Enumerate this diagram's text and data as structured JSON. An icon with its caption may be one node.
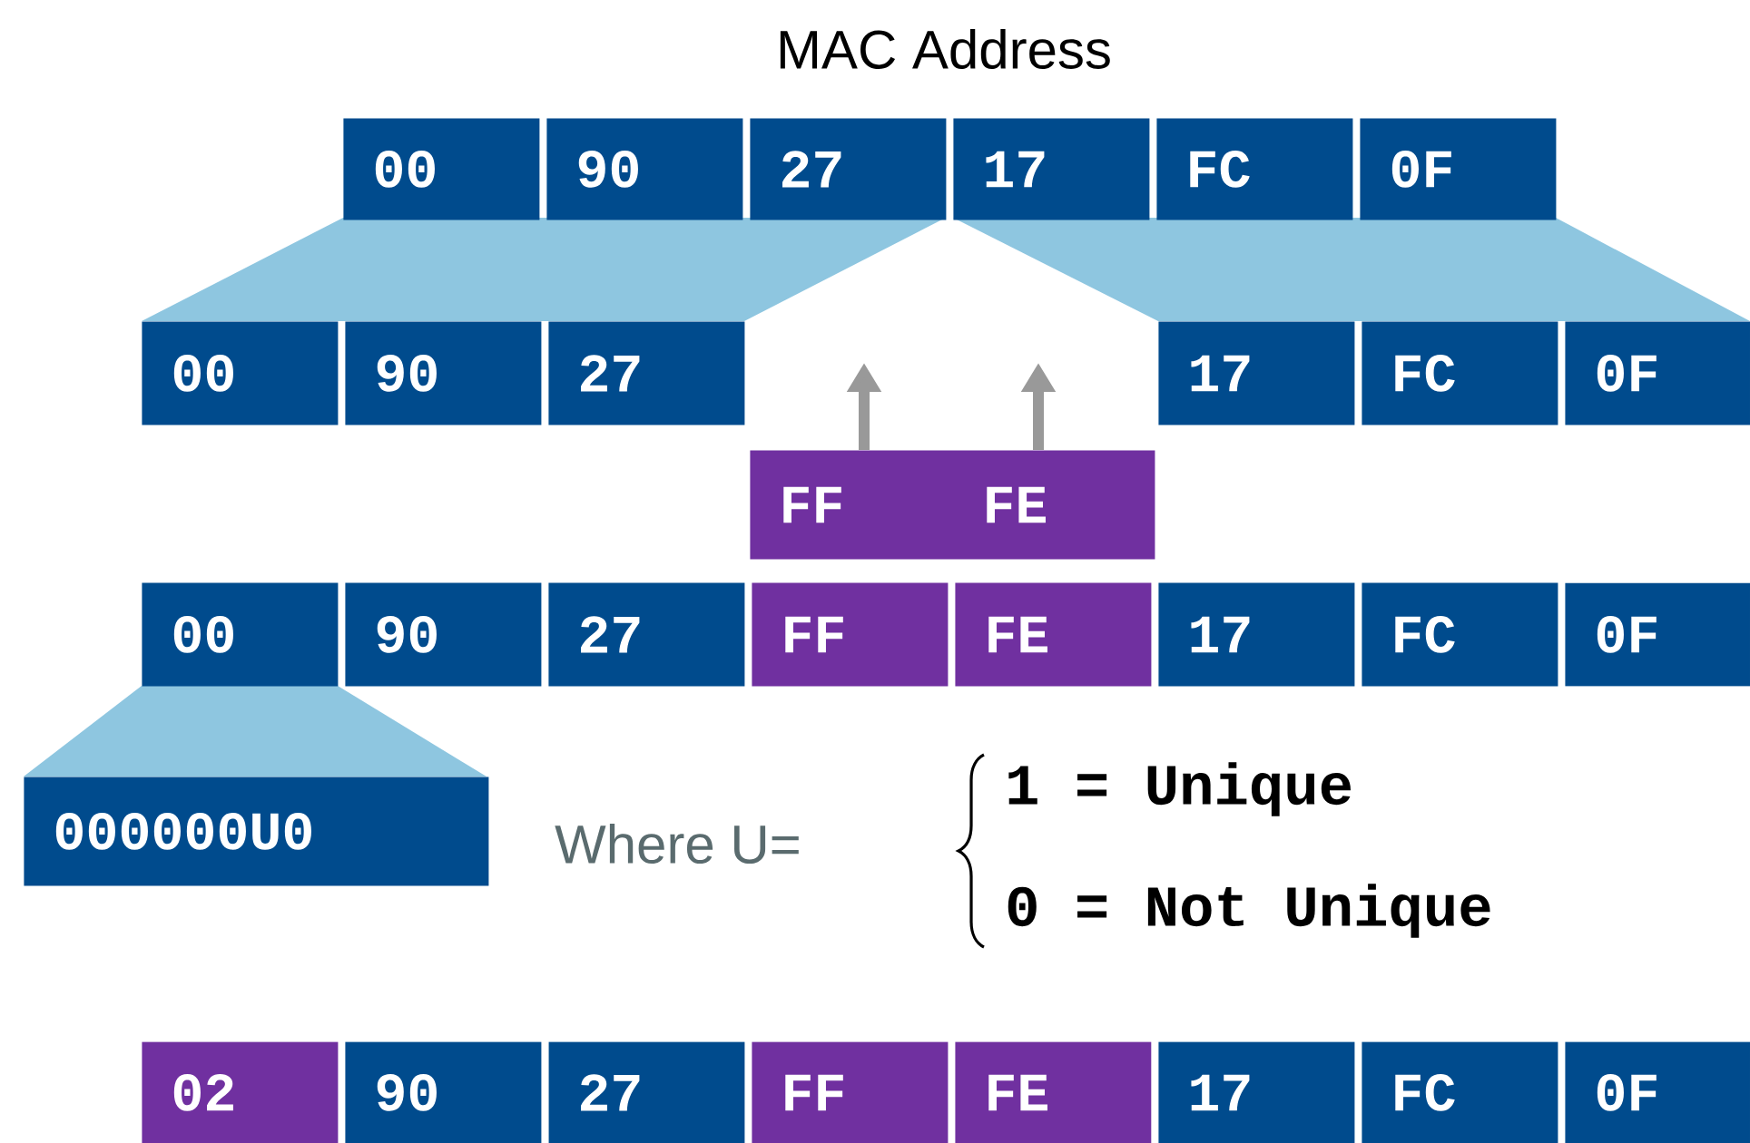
{
  "diagram": {
    "title": "MAC Address",
    "nodes": [
      {
        "text": [
          "00"
        ]
      },
      {
        "text": [
          "90"
        ]
      },
      {
        "text": [
          "27"
        ]
      },
      {
        "text": [
          "17"
        ]
      },
      {
        "text": [
          "FC"
        ]
      },
      {
        "text": [
          "0F"
        ]
      },
      {
        "text": [
          "00"
        ]
      },
      {
        "text": [
          "90"
        ]
      },
      {
        "text": [
          "27"
        ]
      },
      {
        "text": [
          "17"
        ]
      },
      {
        "text": [
          "FC"
        ]
      },
      {
        "text": [
          "0F"
        ]
      },
      {
        "text": [
          "FF",
          "FE"
        ]
      },
      {
        "text": [
          "00"
        ]
      },
      {
        "text": [
          "90"
        ]
      },
      {
        "text": [
          "27"
        ]
      },
      {
        "text": [
          "FF"
        ]
      },
      {
        "text": [
          "FE"
        ]
      },
      {
        "text": [
          "17"
        ]
      },
      {
        "text": [
          "FC"
        ]
      },
      {
        "text": [
          "0F"
        ]
      },
      {
        "text": [
          "000000U0"
        ]
      },
      {
        "text": [
          "02"
        ]
      },
      {
        "text": [
          "90"
        ]
      },
      {
        "text": [
          "27"
        ]
      },
      {
        "text": [
          "FF"
        ]
      },
      {
        "text": [
          "FE"
        ]
      },
      {
        "text": [
          "17"
        ]
      },
      {
        "text": [
          "FC"
        ]
      },
      {
        "text": [
          "0F"
        ]
      },
      {
        "text": [],
        "shape": "trapezoid"
      },
      {
        "text": [],
        "shape": "trapezoid"
      },
      {
        "text": [],
        "shape": "trapezoid"
      }
    ],
    "edges": [
      {
        "from": 12,
        "to": null,
        "arrow": "to"
      },
      {
        "from": 12,
        "to": null,
        "arrow": "to"
      }
    ],
    "labels": [
      "Where U=",
      "1 = Unique",
      "0 = Not Unique"
    ]
  }
}
